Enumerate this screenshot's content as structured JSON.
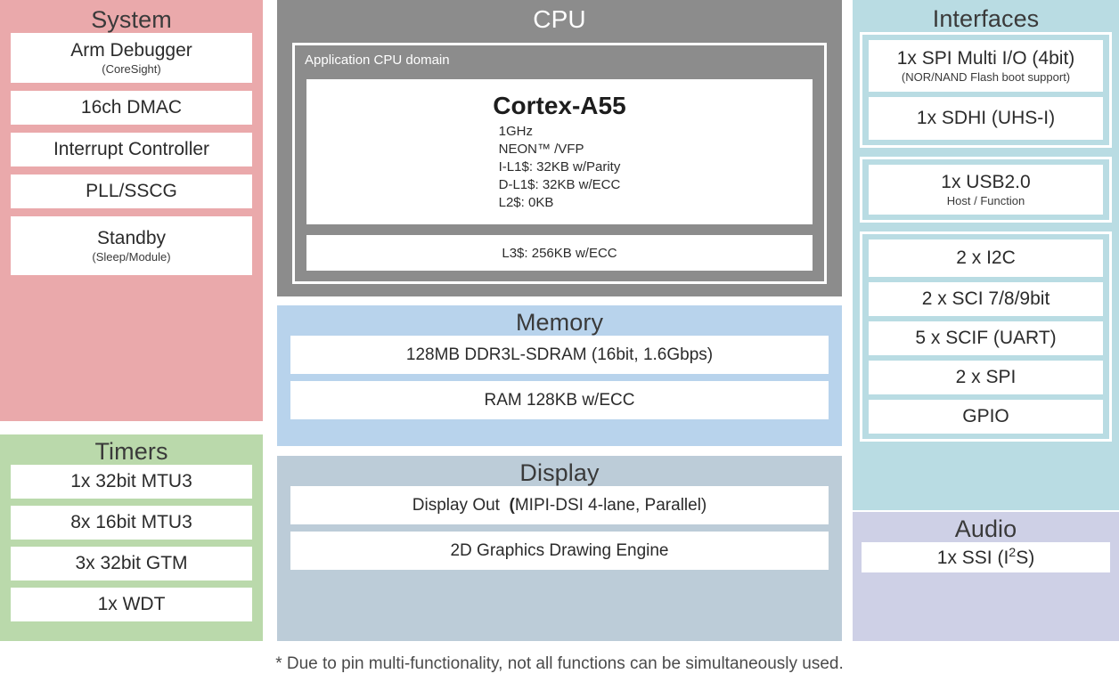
{
  "system": {
    "title": "System",
    "items": [
      {
        "main": "Arm Debugger",
        "sub": "(CoreSight)",
        "h": 56
      },
      {
        "main": "16ch DMAC",
        "sub": "",
        "h": 38
      },
      {
        "main": "Interrupt Controller",
        "sub": "",
        "h": 38
      },
      {
        "main": "PLL/SSCG",
        "sub": "",
        "h": 38
      },
      {
        "main": "Standby",
        "sub": "(Sleep/Module)",
        "h": 66
      }
    ]
  },
  "timers": {
    "title": "Timers",
    "items": [
      {
        "main": "1x 32bit MTU3",
        "sub": ""
      },
      {
        "main": "8x 16bit MTU3",
        "sub": ""
      },
      {
        "main": "3x 32bit GTM",
        "sub": ""
      },
      {
        "main": "1x WDT",
        "sub": ""
      }
    ]
  },
  "cpu": {
    "title": "CPU",
    "domain_label": "Application CPU domain",
    "core_name": "Cortex-A55",
    "core_specs": [
      "1GHz",
      "NEON™ /VFP",
      "I-L1$: 32KB w/Parity",
      "D-L1$: 32KB w/ECC",
      "L2$: 0KB"
    ],
    "l3_cache": "L3$: 256KB w/ECC"
  },
  "memory": {
    "title": "Memory",
    "items": [
      {
        "main": "128MB DDR3L-SDRAM (16bit, 1.6Gbps)",
        "sub": ""
      },
      {
        "main": "RAM 128KB w/ECC",
        "sub": ""
      }
    ]
  },
  "display": {
    "title": "Display",
    "items": [
      {
        "prefix": "Display Out",
        "paren_open": "(",
        "inner": "MIPI-DSI 4-lane, Parallel",
        "paren_close": ")"
      },
      {
        "prefix": "2D Graphics Drawing Engine",
        "paren_open": "",
        "inner": "",
        "paren_close": ""
      }
    ]
  },
  "interfaces": {
    "title": "Interfaces",
    "groups": [
      {
        "items": [
          {
            "main": "1x SPI Multi I/O (4bit)",
            "sub": "(NOR/NAND  Flash boot support)",
            "h": 58
          },
          {
            "main": "1x SDHI (UHS-I)",
            "sub": "",
            "h": 48
          }
        ]
      },
      {
        "items": [
          {
            "main": "1x USB2.0",
            "sub": "Host / Function",
            "h": 56
          }
        ]
      },
      {
        "items": [
          {
            "main": "2 x I2C",
            "sub": "",
            "h": 42
          },
          {
            "main": "2 x SCI 7/8/9bit",
            "sub": "",
            "h": 38
          },
          {
            "main": "5 x SCIF (UART)",
            "sub": "",
            "h": 38
          },
          {
            "main": "2 x SPI",
            "sub": "",
            "h": 38
          },
          {
            "main": "GPIO",
            "sub": "",
            "h": 38
          }
        ]
      }
    ]
  },
  "audio": {
    "title": "Audio",
    "item": {
      "prefix": "1x SSI (I",
      "sup": "2",
      "suffix": "S)"
    }
  },
  "footnote": "* Due to pin multi-functionality, not all functions can be simultaneously used.",
  "colors": {
    "system_bg": "#eaa9ab",
    "timers_bg": "#bad9ab",
    "cpu_bg": "#8c8c8c",
    "memory_bg": "#b8d3ec",
    "display_bg": "#bcccd8",
    "interfaces_bg": "#b9dce3",
    "audio_bg": "#ced0e6",
    "item_bg": "#ffffff"
  }
}
